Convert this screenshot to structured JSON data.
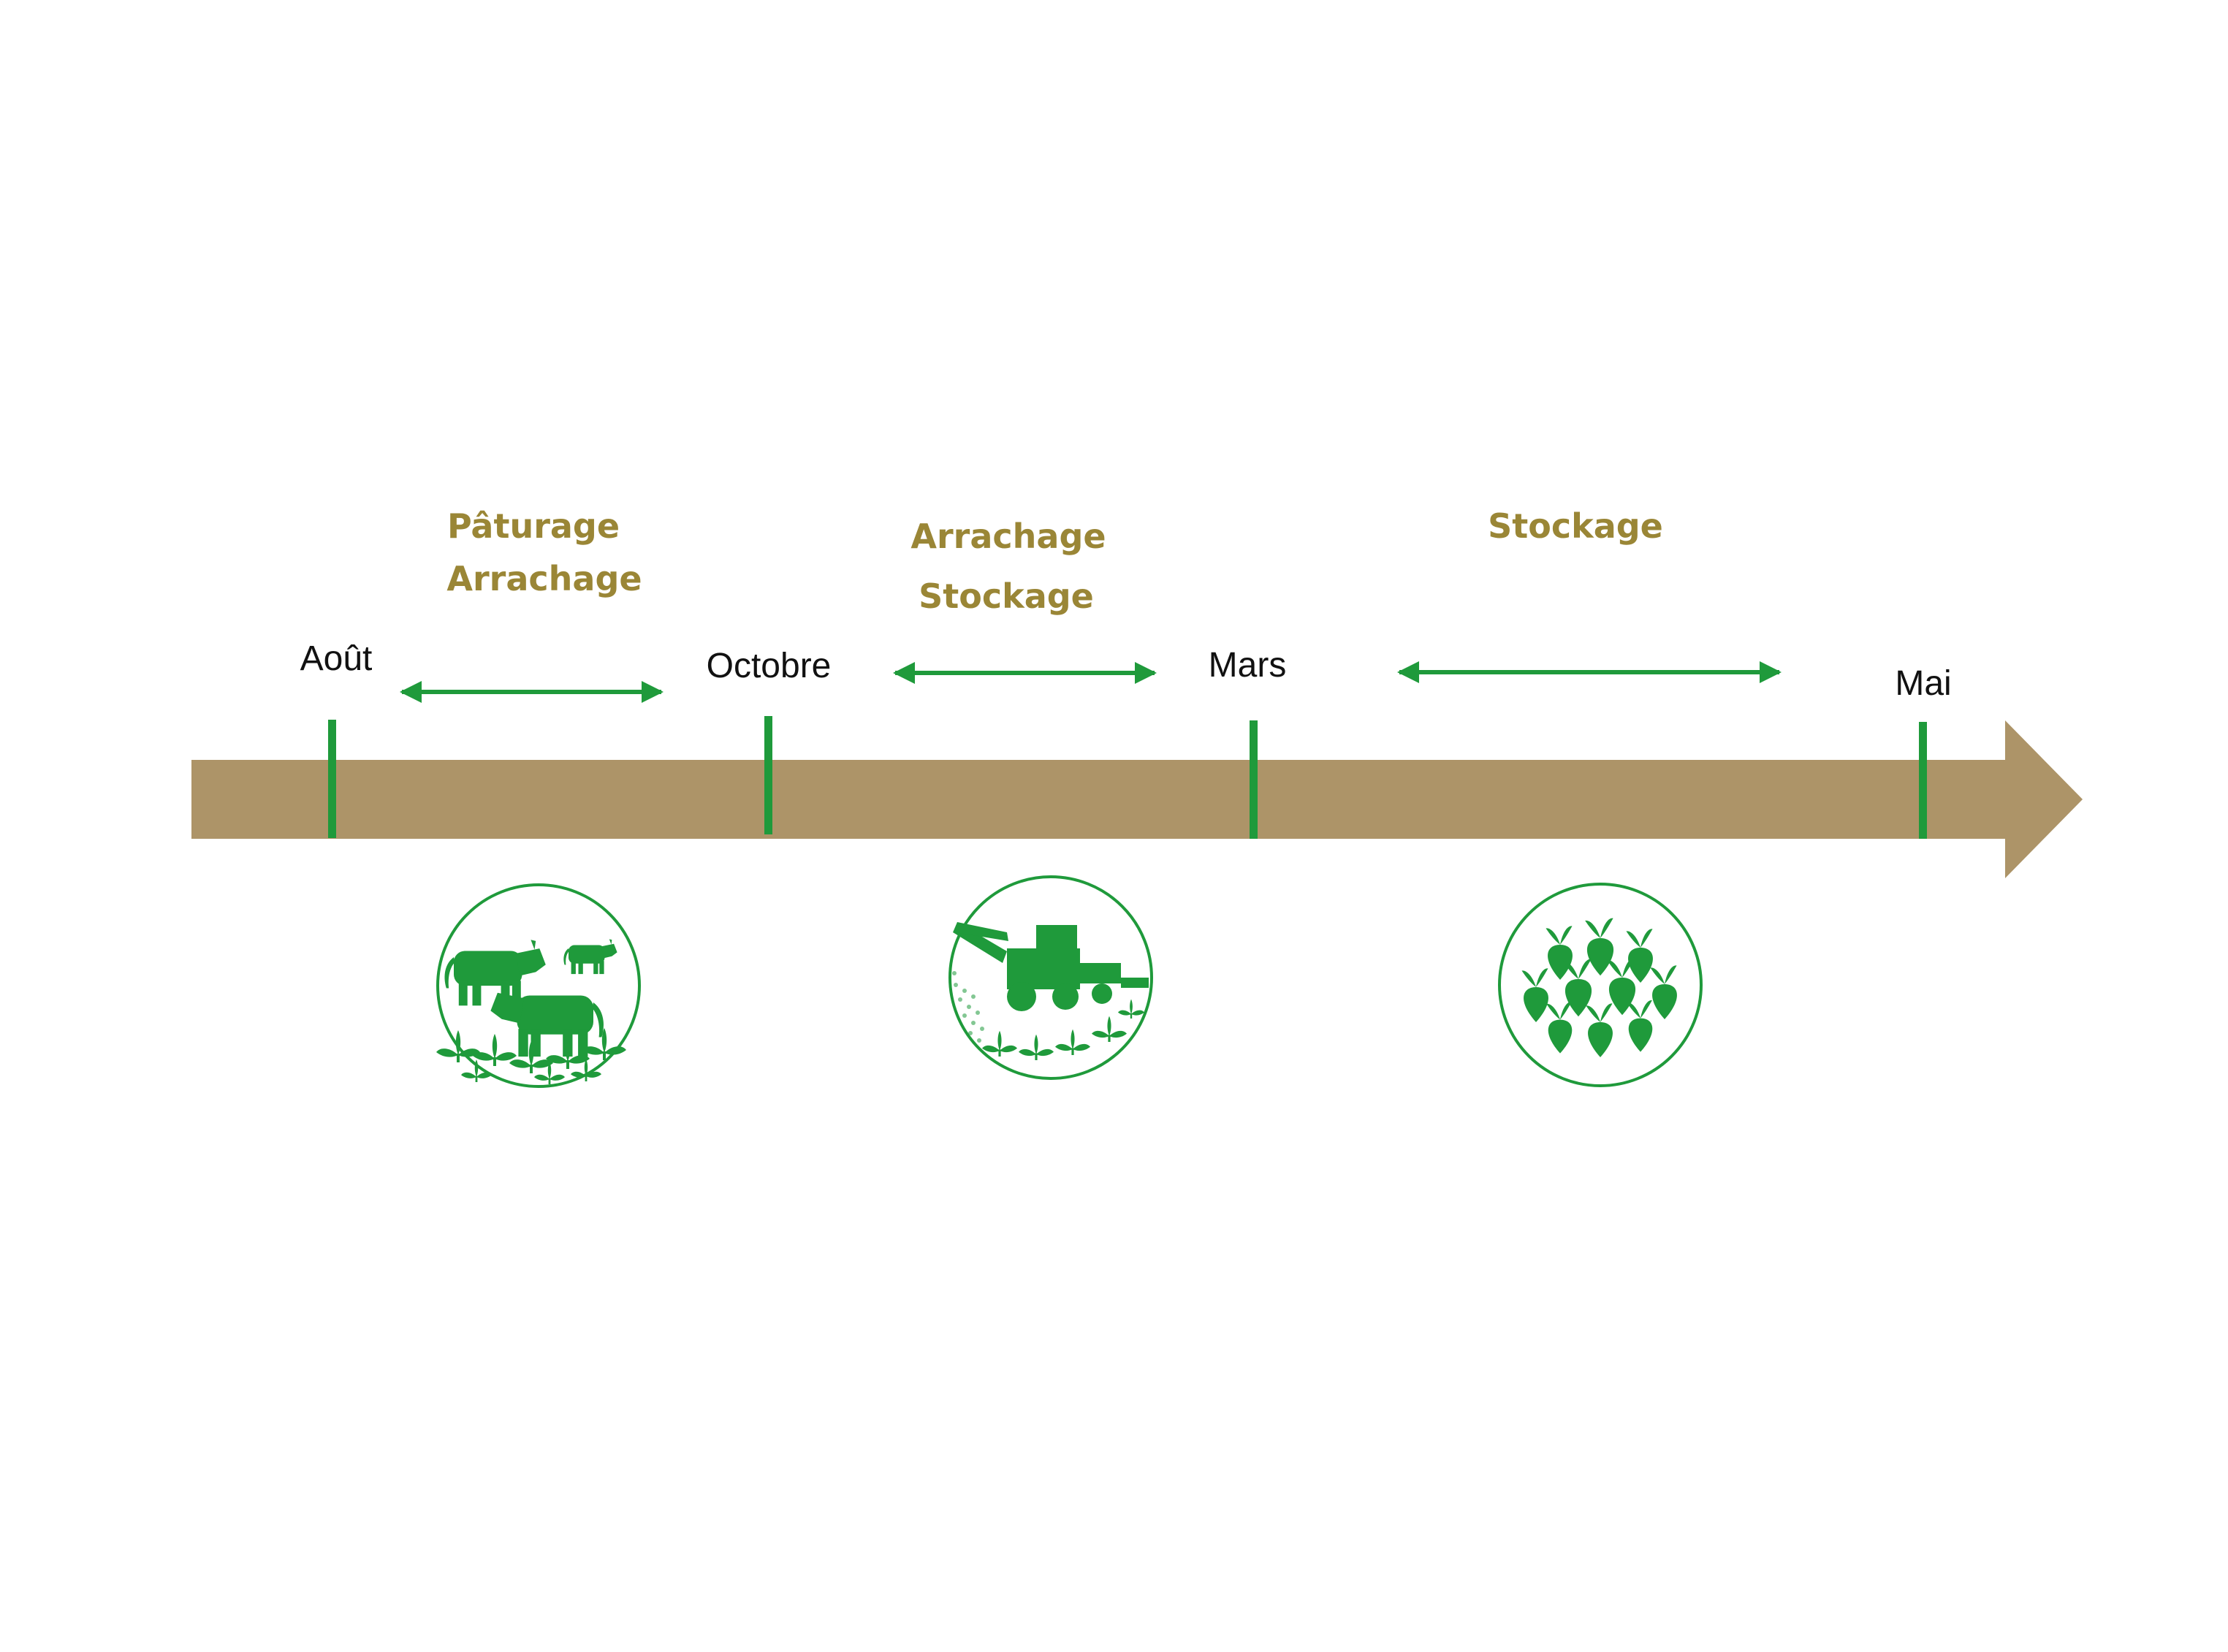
{
  "colors": {
    "axis": "#ad9468",
    "marker": "#1f9a3b",
    "phase_text": "#9a8636",
    "icon_green": "#1f9a3b"
  },
  "months": [
    {
      "label": "Août"
    },
    {
      "label": "Octobre"
    },
    {
      "label": "Mars"
    },
    {
      "label": "Mai"
    }
  ],
  "phases": [
    {
      "lines": [
        "Pâturage",
        "Arrachage"
      ],
      "icon": "grazing-cattle-icon"
    },
    {
      "lines": [
        "Arrachage",
        "Stockage"
      ],
      "icon": "beet-harvester-icon"
    },
    {
      "lines": [
        "Stockage"
      ],
      "icon": "beet-pile-icon"
    }
  ]
}
